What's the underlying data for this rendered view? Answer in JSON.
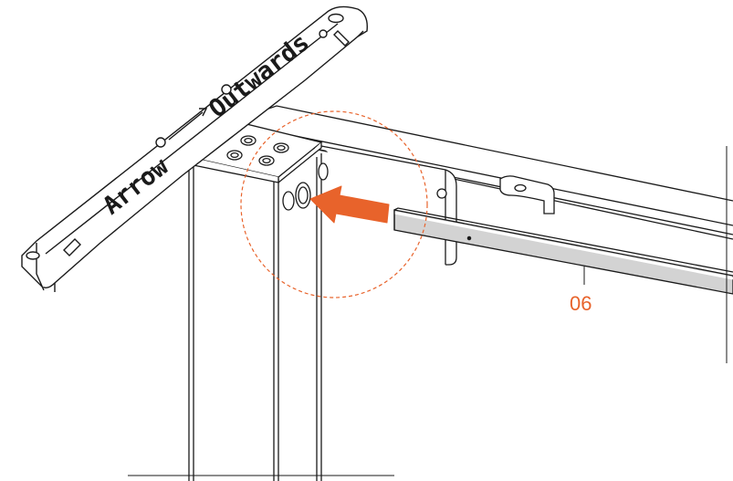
{
  "bracket_text": {
    "arrow_word": "Arrow",
    "outwards_word": "Outwards"
  },
  "part_label": "06",
  "colors": {
    "line": "#1a1a1a",
    "accent": "#e8632b",
    "rod_fill": "#d3d3d3",
    "rod_top": "#ffffff",
    "plate": "#ffffff"
  },
  "icons": {
    "insert_arrow": "arrow-left-icon",
    "detail_circle": "dashed-circle-icon"
  }
}
